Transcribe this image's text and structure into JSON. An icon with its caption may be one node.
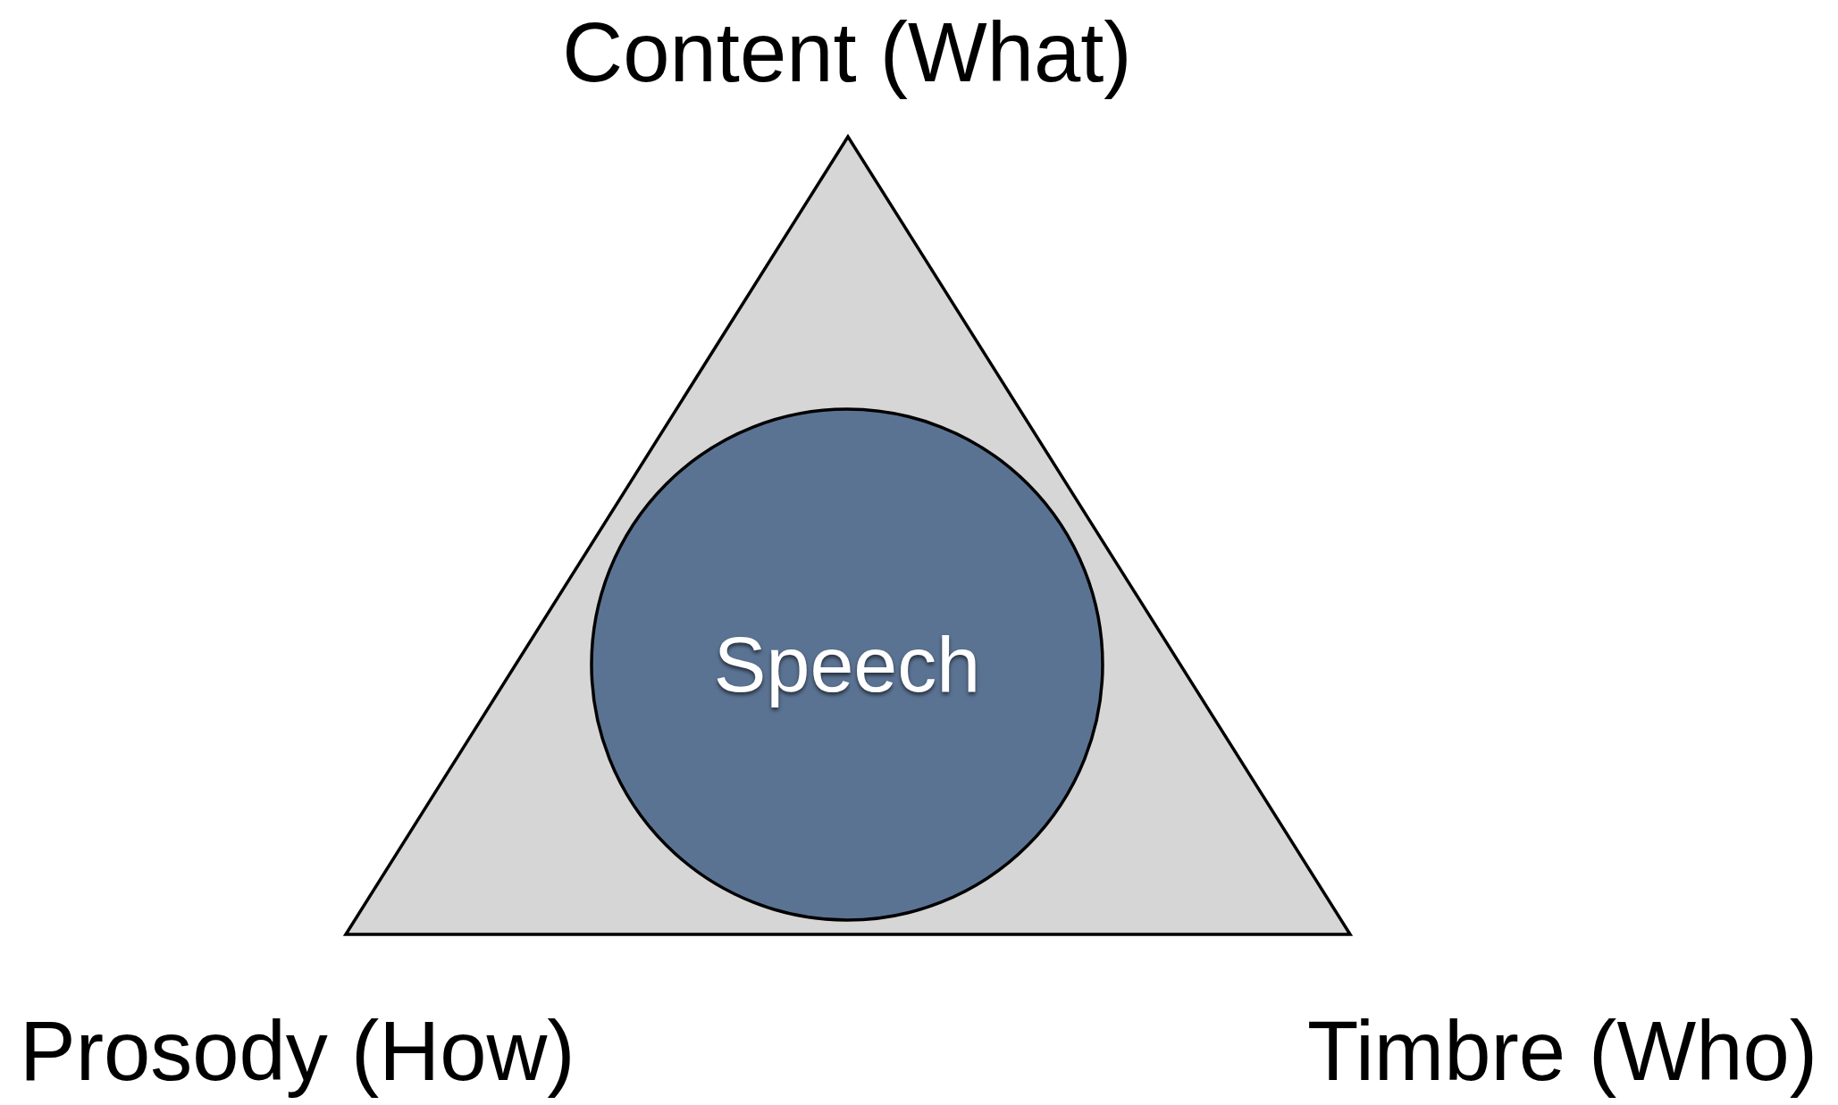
{
  "diagram": {
    "nodes": [
      {
        "text": [],
        "shape": "triangle",
        "beside": [
          "Content (What)",
          "Prosody (How)",
          "Timbre (Who)"
        ]
      },
      {
        "text": [
          "Speech"
        ],
        "in": 0
      }
    ]
  }
}
